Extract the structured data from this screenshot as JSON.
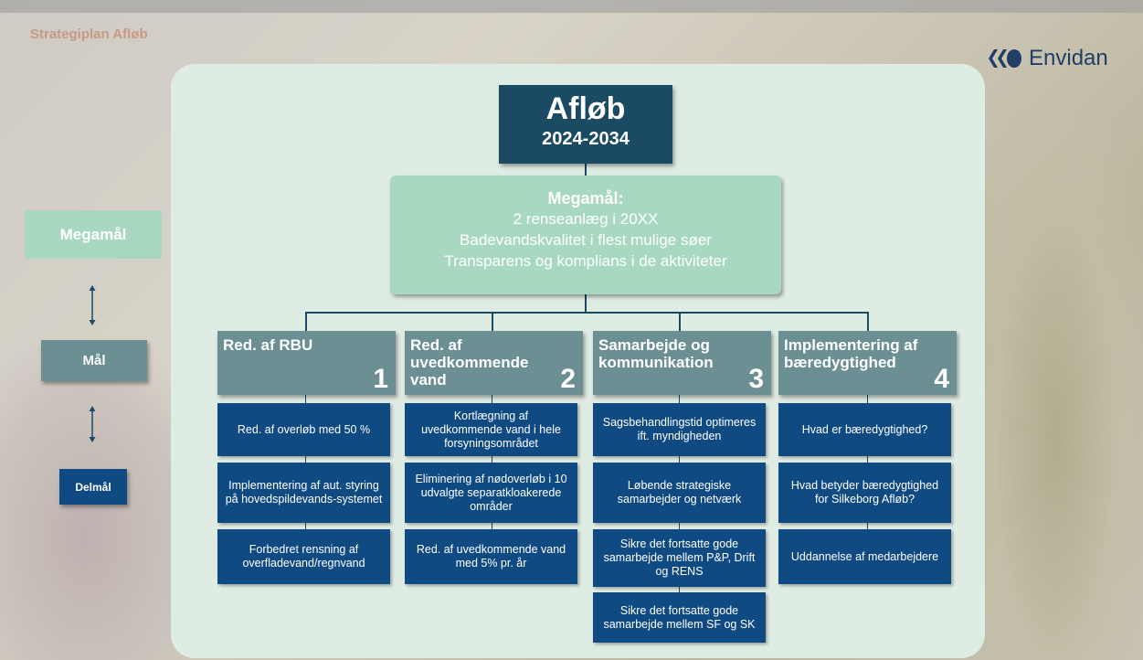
{
  "slide_title": "Strategiplan Afløb",
  "logo_text": "Envidan",
  "top_box": {
    "title": "Afløb",
    "years": "2024-2034"
  },
  "mega_box": {
    "heading": "Megamål:",
    "lines": [
      "2 renseanlæg i 20XX",
      "Badevandskvalitet i flest mulige søer",
      "Transparens og komplians i de aktiviteter"
    ]
  },
  "legend": {
    "mega": "Megamål",
    "mal": "Mål",
    "delmal": "Delmål"
  },
  "goals": [
    {
      "title": "Red. af RBU",
      "number": "1",
      "subgoals": [
        "Red. af overløb med 50 %",
        "Implementering af aut. styring på hovedspildevands-systemet",
        "Forbedret rensning af overfladevand/regnvand"
      ]
    },
    {
      "title": "Red. af uvedkommende vand",
      "number": "2",
      "subgoals": [
        "Kortlægning af uvedkommende vand i hele forsyningsområdet",
        "Eliminering af nødoverløb i 10 udvalgte separatkloakerede områder",
        "Red. af uvedkommende vand med 5% pr. år"
      ]
    },
    {
      "title": "Samarbejde og kommunikation",
      "number": "3",
      "subgoals": [
        "Sagsbehandlingstid optimeres ift. myndigheden",
        "Løbende strategiske samarbejder og netværk",
        "Sikre det fortsatte gode samarbejde mellem P&P, Drift og RENS",
        "Sikre det fortsatte gode samarbejde mellem SF og SK"
      ]
    },
    {
      "title": "Implementering af bæredygtighed",
      "number": "4",
      "subgoals": [
        "Hvad er bæredygtighed?",
        "Hvad betyder bæredygtighed for Silkeborg Afløb?",
        "Uddannelse af medarbejdere"
      ]
    }
  ]
}
